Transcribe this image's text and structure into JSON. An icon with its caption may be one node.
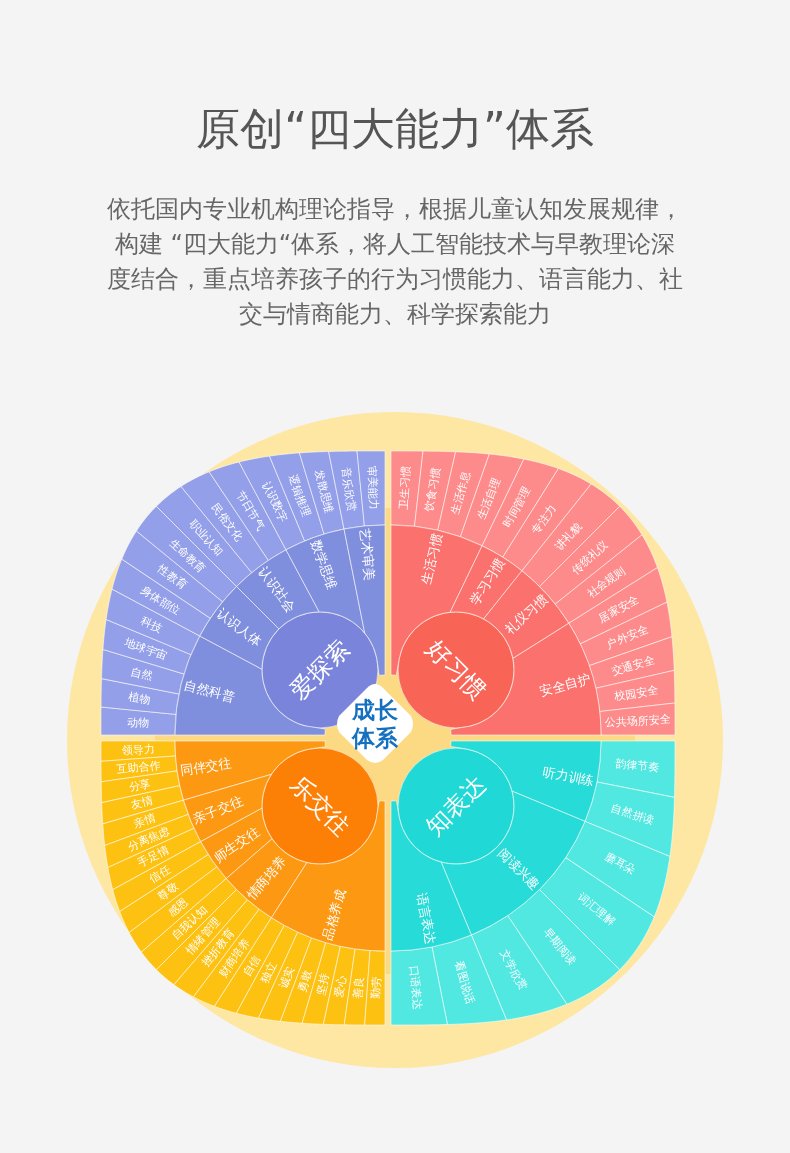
{
  "diagram": {
    "title": "原创“四大能力”体系",
    "labels": [
      "依托国内专业机构理论指导，根据儿童认知发展规律，构建 “四大能力“体系，将人工智能技术与早教理论深度结合，重点培养孩子的行为习惯能力、语言能力、社交与情商能力、科学探索能力"
    ],
    "nodes": [
      {
        "text": [
          "成长体系"
        ]
      },
      {
        "text": [
          "爱探索"
        ]
      },
      {
        "text": [
          "自然科普"
        ]
      },
      {
        "text": [
          "认识人体"
        ]
      },
      {
        "text": [
          "认识社会"
        ]
      },
      {
        "text": [
          "数学思维"
        ]
      },
      {
        "text": [
          "艺术审美"
        ]
      },
      {
        "text": [
          "动物"
        ]
      },
      {
        "text": [
          "植物"
        ]
      },
      {
        "text": [
          "自然"
        ]
      },
      {
        "text": [
          "地球宇宙"
        ]
      },
      {
        "text": [
          "科技"
        ]
      },
      {
        "text": [
          "身体部位"
        ]
      },
      {
        "text": [
          "性教育"
        ]
      },
      {
        "text": [
          "生命教育"
        ]
      },
      {
        "text": [
          "职业认知"
        ]
      },
      {
        "text": [
          "民俗文化"
        ]
      },
      {
        "text": [
          "节日节气"
        ]
      },
      {
        "text": [
          "认识数字"
        ]
      },
      {
        "text": [
          "逻辑推理"
        ]
      },
      {
        "text": [
          "发散思维"
        ]
      },
      {
        "text": [
          "音乐欣赏"
        ]
      },
      {
        "text": [
          "审美能力"
        ]
      },
      {
        "text": [
          "好习惯"
        ]
      },
      {
        "text": [
          "生活习惯"
        ]
      },
      {
        "text": [
          "学习习惯"
        ]
      },
      {
        "text": [
          "礼仪习惯"
        ]
      },
      {
        "text": [
          "安全自护"
        ]
      },
      {
        "text": [
          "卫生习惯"
        ]
      },
      {
        "text": [
          "饮食习惯"
        ]
      },
      {
        "text": [
          "生活作息"
        ]
      },
      {
        "text": [
          "生活自理"
        ]
      },
      {
        "text": [
          "时间管理"
        ]
      },
      {
        "text": [
          "专注力"
        ]
      },
      {
        "text": [
          "讲礼貌"
        ]
      },
      {
        "text": [
          "传统礼仪"
        ]
      },
      {
        "text": [
          "社会规则"
        ]
      },
      {
        "text": [
          "居家安全"
        ]
      },
      {
        "text": [
          "户外安全"
        ]
      },
      {
        "text": [
          "交通安全"
        ]
      },
      {
        "text": [
          "校园安全"
        ]
      },
      {
        "text": [
          "公共场所安全"
        ]
      },
      {
        "text": [
          "乐交往"
        ]
      },
      {
        "text": [
          "同伴交往"
        ]
      },
      {
        "text": [
          "亲子交往"
        ]
      },
      {
        "text": [
          "师生交往"
        ]
      },
      {
        "text": [
          "情商培养"
        ]
      },
      {
        "text": [
          "品格养成"
        ]
      },
      {
        "text": [
          "领导力"
        ]
      },
      {
        "text": [
          "互助合作"
        ]
      },
      {
        "text": [
          "分享"
        ]
      },
      {
        "text": [
          "友情"
        ]
      },
      {
        "text": [
          "亲情"
        ]
      },
      {
        "text": [
          "分离焦虑"
        ]
      },
      {
        "text": [
          "手足情"
        ]
      },
      {
        "text": [
          "信任"
        ]
      },
      {
        "text": [
          "尊敬"
        ]
      },
      {
        "text": [
          "感恩"
        ]
      },
      {
        "text": [
          "自我认知"
        ]
      },
      {
        "text": [
          "情绪管理"
        ]
      },
      {
        "text": [
          "挫折教育"
        ]
      },
      {
        "text": [
          "财商培养"
        ]
      },
      {
        "text": [
          "自信"
        ]
      },
      {
        "text": [
          "独立"
        ]
      },
      {
        "text": [
          "诚实"
        ]
      },
      {
        "text": [
          "勇敢"
        ]
      },
      {
        "text": [
          "坚持"
        ]
      },
      {
        "text": [
          "爱心"
        ]
      },
      {
        "text": [
          "善良"
        ]
      },
      {
        "text": [
          "勤劳"
        ]
      },
      {
        "text": [
          "知表达"
        ]
      },
      {
        "text": [
          "听力训练"
        ]
      },
      {
        "text": [
          "阅读兴趣"
        ]
      },
      {
        "text": [
          "语言表达"
        ]
      },
      {
        "text": [
          "韵律节奏"
        ]
      },
      {
        "text": [
          "自然拼读"
        ]
      },
      {
        "text": [
          "磨耳朵"
        ]
      },
      {
        "text": [
          "词汇理解"
        ]
      },
      {
        "text": [
          "早期阅读"
        ]
      },
      {
        "text": [
          "文学欣赏"
        ]
      },
      {
        "text": [
          "看图说话"
        ]
      },
      {
        "text": [
          "口语表达"
        ]
      }
    ]
  }
}
